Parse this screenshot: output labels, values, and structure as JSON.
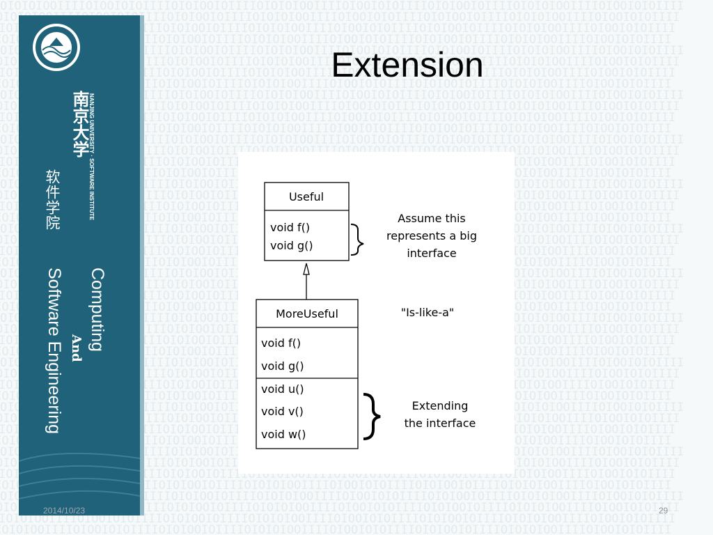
{
  "slide": {
    "title": "Extension",
    "date": "2014/10/23",
    "page_number": "29"
  },
  "sidebar": {
    "logo_icon": "university-seal-icon",
    "chinese_university_name": "南京大学",
    "chinese_institute_name": "软件学院",
    "english_name": "NANJING UNIVERSITY · SOFTWARE INSTITUTE",
    "words": {
      "computing": "Computing",
      "and": "And",
      "software_engineering": "Software Engineering"
    },
    "colors": {
      "panel": "#1f6279",
      "edge": "#93b9c6"
    }
  },
  "diagram": {
    "base_class": {
      "name": "Useful",
      "methods": [
        "void f()",
        "void g()"
      ]
    },
    "derived_class": {
      "name": "MoreUseful",
      "methods": [
        "void f()",
        "void g()"
      ],
      "extended_methods": [
        "void u()",
        "void v()",
        "void w()"
      ]
    },
    "notes": {
      "base_note": [
        "Assume this",
        "represents a big",
        "interface"
      ],
      "relationship": "\"Is-like-a\"",
      "extension_note": [
        "Extending",
        "the interface"
      ]
    }
  }
}
